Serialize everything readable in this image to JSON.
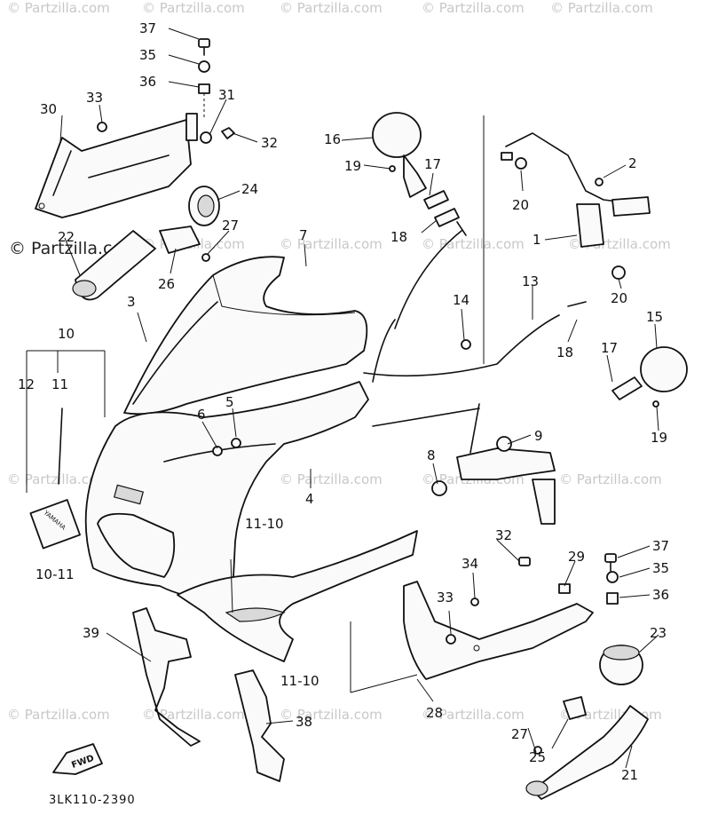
{
  "watermark": {
    "small": "© Partzilla.com",
    "large": "© Partzilla.com"
  },
  "callouts": {
    "c37a": "37",
    "c35a": "35",
    "c36a": "36",
    "c31": "31",
    "c33a": "33",
    "c30": "30",
    "c32a": "32",
    "c24": "24",
    "c22": "22",
    "c27a": "27",
    "c26": "26",
    "c16": "16",
    "c19a": "19",
    "c17a": "17",
    "c18a": "18",
    "c7": "7",
    "c3": "3",
    "c2": "2",
    "c20a": "20",
    "c1": "1",
    "c20b": "20",
    "c13": "13",
    "c14": "14",
    "c15": "15",
    "c18b": "18",
    "c17b": "17",
    "c19b": "19",
    "c10a": "10",
    "c12": "12",
    "c11a": "11",
    "c6": "6",
    "c5": "5",
    "c9": "9",
    "c8": "8",
    "c4": "4",
    "c11b10": "11-10",
    "c10b11": "10-11",
    "c32b": "32",
    "c29": "29",
    "c37b": "37",
    "c35b": "35",
    "c36b": "36",
    "c34": "34",
    "c33b": "33",
    "c23": "23",
    "c39": "39",
    "c11c10": "11-10",
    "c38": "38",
    "c28": "28",
    "c27b": "27",
    "c25": "25",
    "c21": "21"
  },
  "fwd_arrow_text": "FWD",
  "badge_text": "YAMAHA",
  "footer_code": "3LK110-2390"
}
